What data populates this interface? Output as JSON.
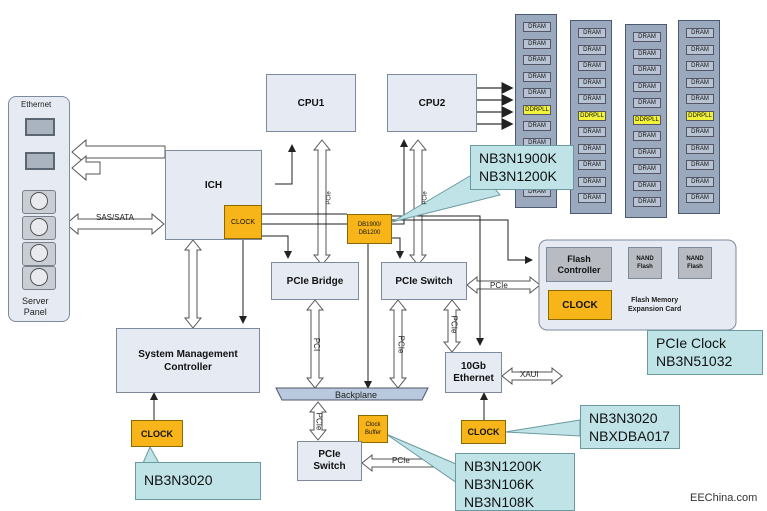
{
  "server_panel": {
    "ethernet_label": "Ethernet",
    "label_line1": "Server",
    "label_line2": "Panel"
  },
  "blocks": {
    "cpu1": "CPU1",
    "cpu2": "CPU2",
    "ich": "ICH",
    "ich_clock": "CLOCK",
    "db_line1": "DB1900/",
    "db_line2": "DB1200",
    "pcie_bridge": "PCIe Bridge",
    "pcie_switch_main": "PCIe Switch",
    "system_mgmt_line1": "System Management",
    "system_mgmt_line2": "Controller",
    "smc_clock": "CLOCK",
    "backplane": "Backplane",
    "clock_buffer_line1": "Clock",
    "clock_buffer_line2": "Buffer",
    "pcie_switch_small_line1": "PCIe",
    "pcie_switch_small_line2": "Switch",
    "ethernet_10gb_line1": "10Gb",
    "ethernet_10gb_line2": "Ethernet",
    "eth_clock": "CLOCK"
  },
  "flash_card": {
    "controller_line1": "Flash",
    "controller_line2": "Controller",
    "nand1_line1": "NAND",
    "nand1_line2": "Flash",
    "nand2_line1": "NAND",
    "nand2_line2": "Flash",
    "clock": "CLOCK",
    "caption_line1": "Flash Memory",
    "caption_line2": "Expansion Card"
  },
  "link_labels": {
    "sas_sata": "SAS/SATA",
    "pcie_cpu1": "PCIe",
    "pcie_cpu2": "PCIe",
    "pcie_to_flash": "PCIe",
    "pci_bridge_backplane": "PCI",
    "pcie_switch_backplane": "PCIe",
    "pcie_switch_eth": "PCIe",
    "pcie_backplane_small": "PCIe",
    "pcie_small_right": "PCIe",
    "xaui": "XAUI"
  },
  "memory": {
    "dram_label": "DRAM",
    "pll_label": "DDRPLL"
  },
  "callouts": {
    "top": [
      "NB3N1900K",
      "NB3N1200K"
    ],
    "flash": [
      "PCIe Clock",
      "NB3N51032"
    ],
    "smc": [
      "NB3N3020"
    ],
    "eth": [
      "NB3N3020",
      "NBXDBA017"
    ],
    "buffer": [
      "NB3N1200K",
      "NB3N106K",
      "NB3N108K"
    ]
  },
  "watermark": "EEChina.com",
  "colors": {
    "block_fill": "#e6ebf3",
    "clock_fill": "#f7b51a",
    "callout_fill": "#bfe3e6",
    "pll_fill": "#f2f23a"
  }
}
